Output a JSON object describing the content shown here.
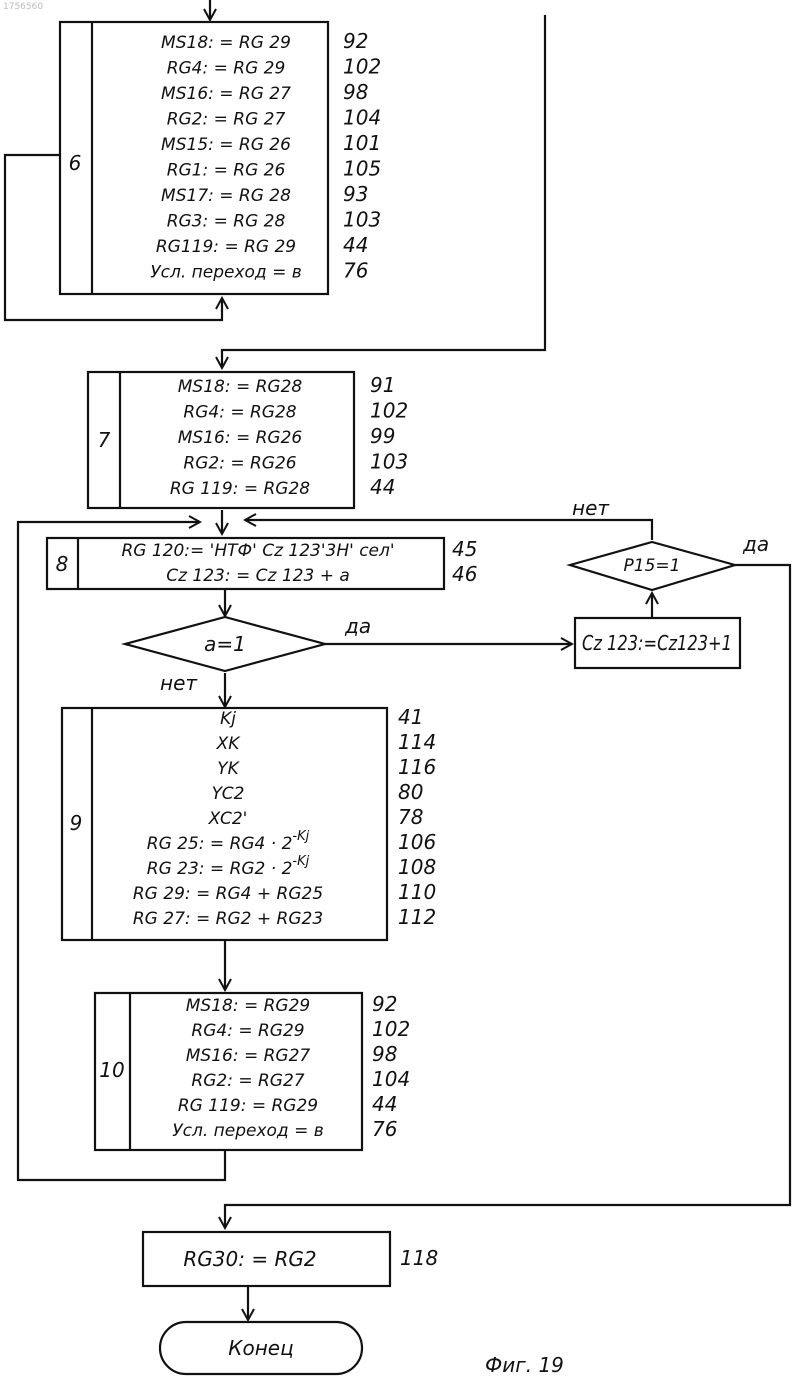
{
  "corner_id": "1756560",
  "figure_caption": "Фиг. 19",
  "blocks": {
    "b6": {
      "label": "6",
      "rows": [
        {
          "text": "MS18: = RG 29",
          "num": "92"
        },
        {
          "text": "RG4: = RG 29",
          "num": "102"
        },
        {
          "text": "MS16: = RG 27",
          "num": "98"
        },
        {
          "text": "RG2: = RG 27",
          "num": "104"
        },
        {
          "text": "MS15: = RG 26",
          "num": "101"
        },
        {
          "text": "RG1: = RG 26",
          "num": "105"
        },
        {
          "text": "MS17: = RG 28",
          "num": "93"
        },
        {
          "text": "RG3: = RG 28",
          "num": "103"
        },
        {
          "text": "RG119: = RG 29",
          "num": "44"
        },
        {
          "text": "Усл. переход = в",
          "num": "76"
        }
      ]
    },
    "b7": {
      "label": "7",
      "rows": [
        {
          "text": "MS18: = RG28",
          "num": "91"
        },
        {
          "text": "RG4: = RG28",
          "num": "102"
        },
        {
          "text": "MS16: = RG26",
          "num": "99"
        },
        {
          "text": "RG2: = RG26",
          "num": "103"
        },
        {
          "text": "RG 119: = RG28",
          "num": "44"
        }
      ]
    },
    "b8": {
      "label": "8",
      "rows": [
        {
          "text": "RG 120:= 'НТФ' Cz 123'3Н' сел'",
          "num": "45"
        },
        {
          "text": "Cz 123: = Cz 123 + a",
          "num": "46"
        }
      ]
    },
    "b9": {
      "label": "9",
      "rows": [
        {
          "text": "Kj",
          "num": "41"
        },
        {
          "text": "XK",
          "num": "114"
        },
        {
          "text": "YK",
          "num": "116"
        },
        {
          "text": "YC2",
          "num": "80"
        },
        {
          "text": "XC2'",
          "num": "78"
        },
        {
          "text": "RG 25: = RG4 · 2",
          "sup": "-Kj",
          "num": "106"
        },
        {
          "text": "RG 23: = RG2 · 2",
          "sup": "-Kj",
          "num": "108"
        },
        {
          "text": "RG 29: = RG4 + RG25",
          "num": "110"
        },
        {
          "text": "RG 27: = RG2 + RG23",
          "num": "112"
        }
      ]
    },
    "b10": {
      "label": "10",
      "rows": [
        {
          "text": "MS18: = RG29",
          "num": "92"
        },
        {
          "text": "RG4: = RG29",
          "num": "102"
        },
        {
          "text": "MS16: = RG27",
          "num": "98"
        },
        {
          "text": "RG2: = RG27",
          "num": "104"
        },
        {
          "text": "RG 119: = RG29",
          "num": "44"
        },
        {
          "text": "Усл. переход = в",
          "num": "76"
        }
      ]
    },
    "b30": {
      "text": "RG30: = RG2",
      "num": "118"
    },
    "cz_inc": {
      "text": "Cz 123:=Cz123+1"
    }
  },
  "decisions": {
    "a_eq_1": {
      "text": "a=1",
      "yes": "да",
      "no": "нет"
    },
    "p15_eq_1": {
      "text": "P15=1",
      "yes": "да",
      "no": "нет"
    }
  },
  "end": {
    "text": "Конец"
  }
}
